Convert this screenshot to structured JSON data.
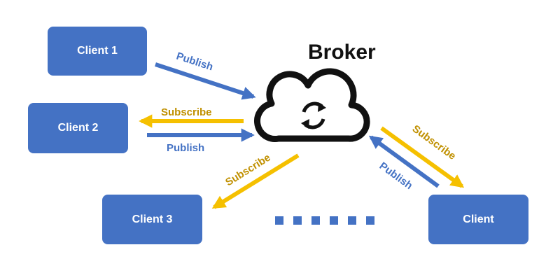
{
  "broker": {
    "title": "Broker",
    "icon": "cloud-sync-icon"
  },
  "clients": [
    {
      "label": "Client 1"
    },
    {
      "label": "Client 2"
    },
    {
      "label": "Client 3"
    },
    {
      "label": "Client"
    }
  ],
  "arrows": {
    "publish_label": "Publish",
    "subscribe_label": "Subscribe"
  },
  "ellipsis": "......",
  "colors": {
    "client_box": "#4472c4",
    "publish": "#4472c4",
    "subscribe": "#f5c000",
    "subscribe_text": "#c09000"
  }
}
